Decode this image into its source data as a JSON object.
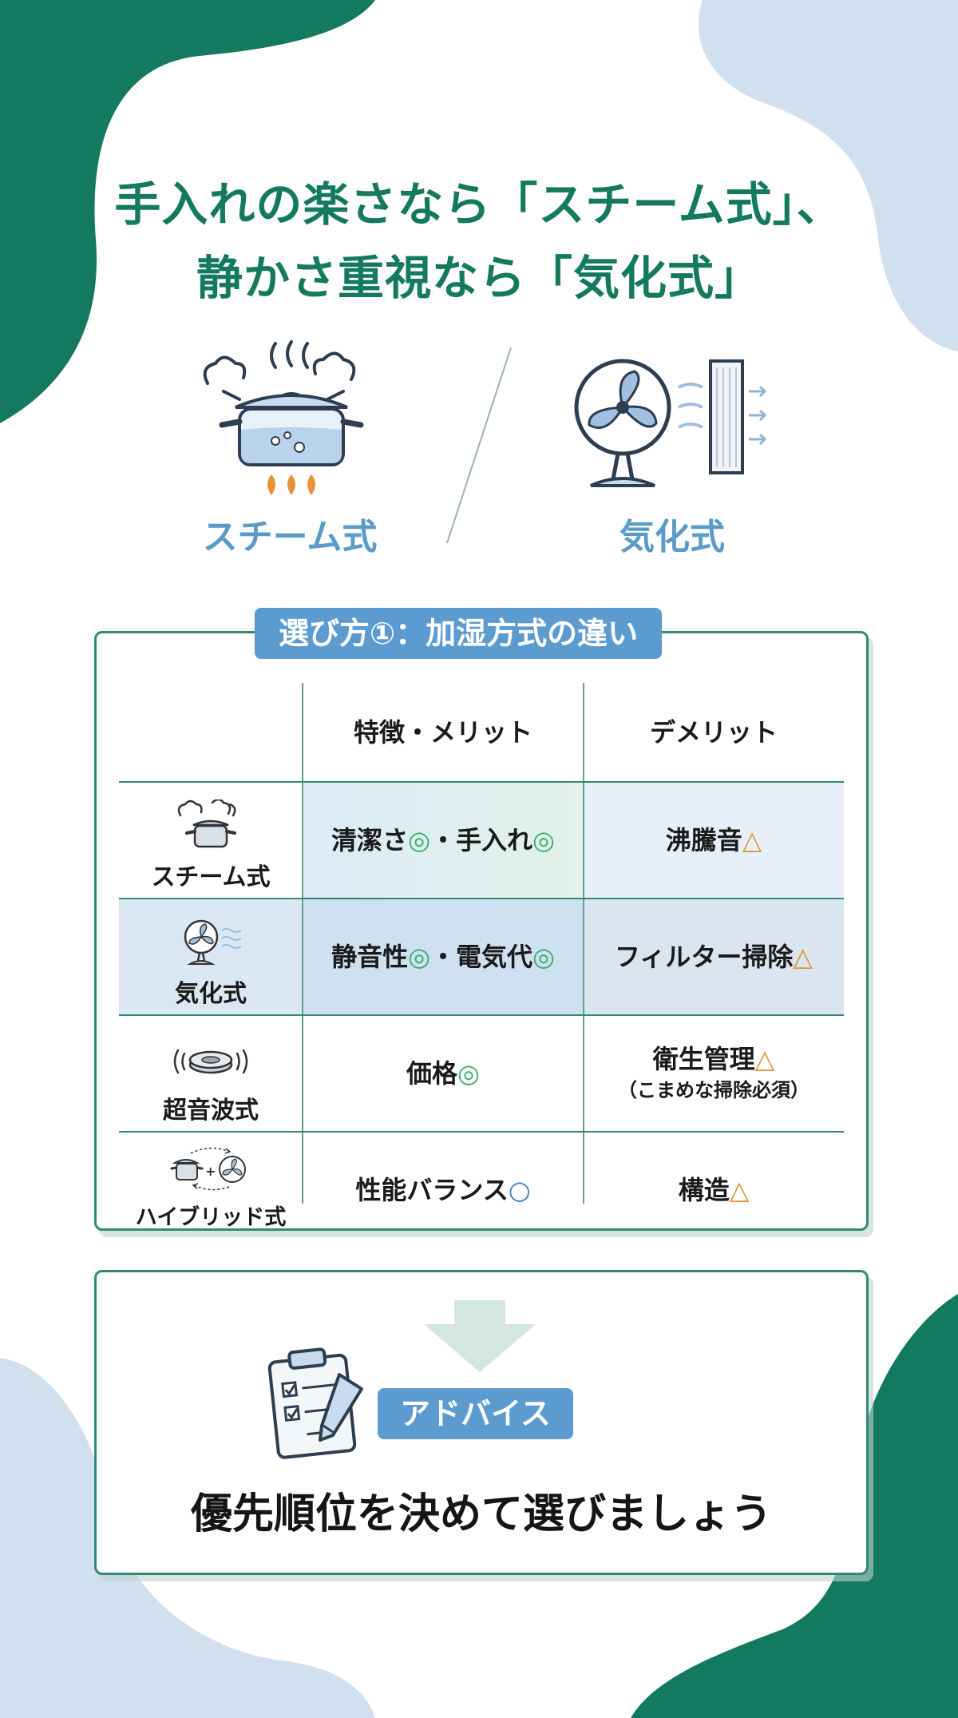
{
  "title": {
    "line1": "手入れの楽さなら「スチーム式」、",
    "line2": "静かさ重視なら「気化式」"
  },
  "hero": {
    "left_label": "スチーム式",
    "right_label": "気化式",
    "left_icon": "steam-pot-icon",
    "right_icon": "fan-filter-icon"
  },
  "comparison": {
    "badge": "選び方①：加湿方式の違い",
    "headers": [
      "",
      "特徴・メリット",
      "デメリット"
    ],
    "rows": [
      {
        "method": "スチーム式",
        "icon": "steam-pot-icon",
        "merit": "清潔さ",
        "merit_mark1": "◎",
        "merit_mid": "・手入れ",
        "merit_mark2": "◎",
        "demerit": "沸騰音",
        "demerit_mark": "△",
        "demerit_sub": ""
      },
      {
        "method": "気化式",
        "icon": "fan-icon",
        "merit": "静音性",
        "merit_mark1": "◎",
        "merit_mid": "・電気代",
        "merit_mark2": "◎",
        "demerit": "フィルター掃除",
        "demerit_mark": "△",
        "demerit_sub": ""
      },
      {
        "method": "超音波式",
        "icon": "ultrasonic-disc-icon",
        "merit": "価格",
        "merit_mark1": "◎",
        "merit_mid": "",
        "merit_mark2": "",
        "demerit": "衛生管理",
        "demerit_mark": "△",
        "demerit_sub": "（こまめな掃除必須）"
      },
      {
        "method": "ハイブリッド式",
        "icon": "hybrid-icon",
        "merit": "性能バランス",
        "merit_mark1": "○",
        "merit_mid": "",
        "merit_mark2": "",
        "demerit": "構造",
        "demerit_mark": "△",
        "demerit_sub": ""
      }
    ]
  },
  "advice": {
    "badge": "アドバイス",
    "text": "優先順位を決めて選びましょう",
    "icon": "clipboard-checklist-icon"
  },
  "colors": {
    "green": "#137a5f",
    "blue": "#5b9bd0",
    "light_blue": "#cfe0f0",
    "mark_good": "#36b06a",
    "mark_warn": "#e0962f"
  }
}
